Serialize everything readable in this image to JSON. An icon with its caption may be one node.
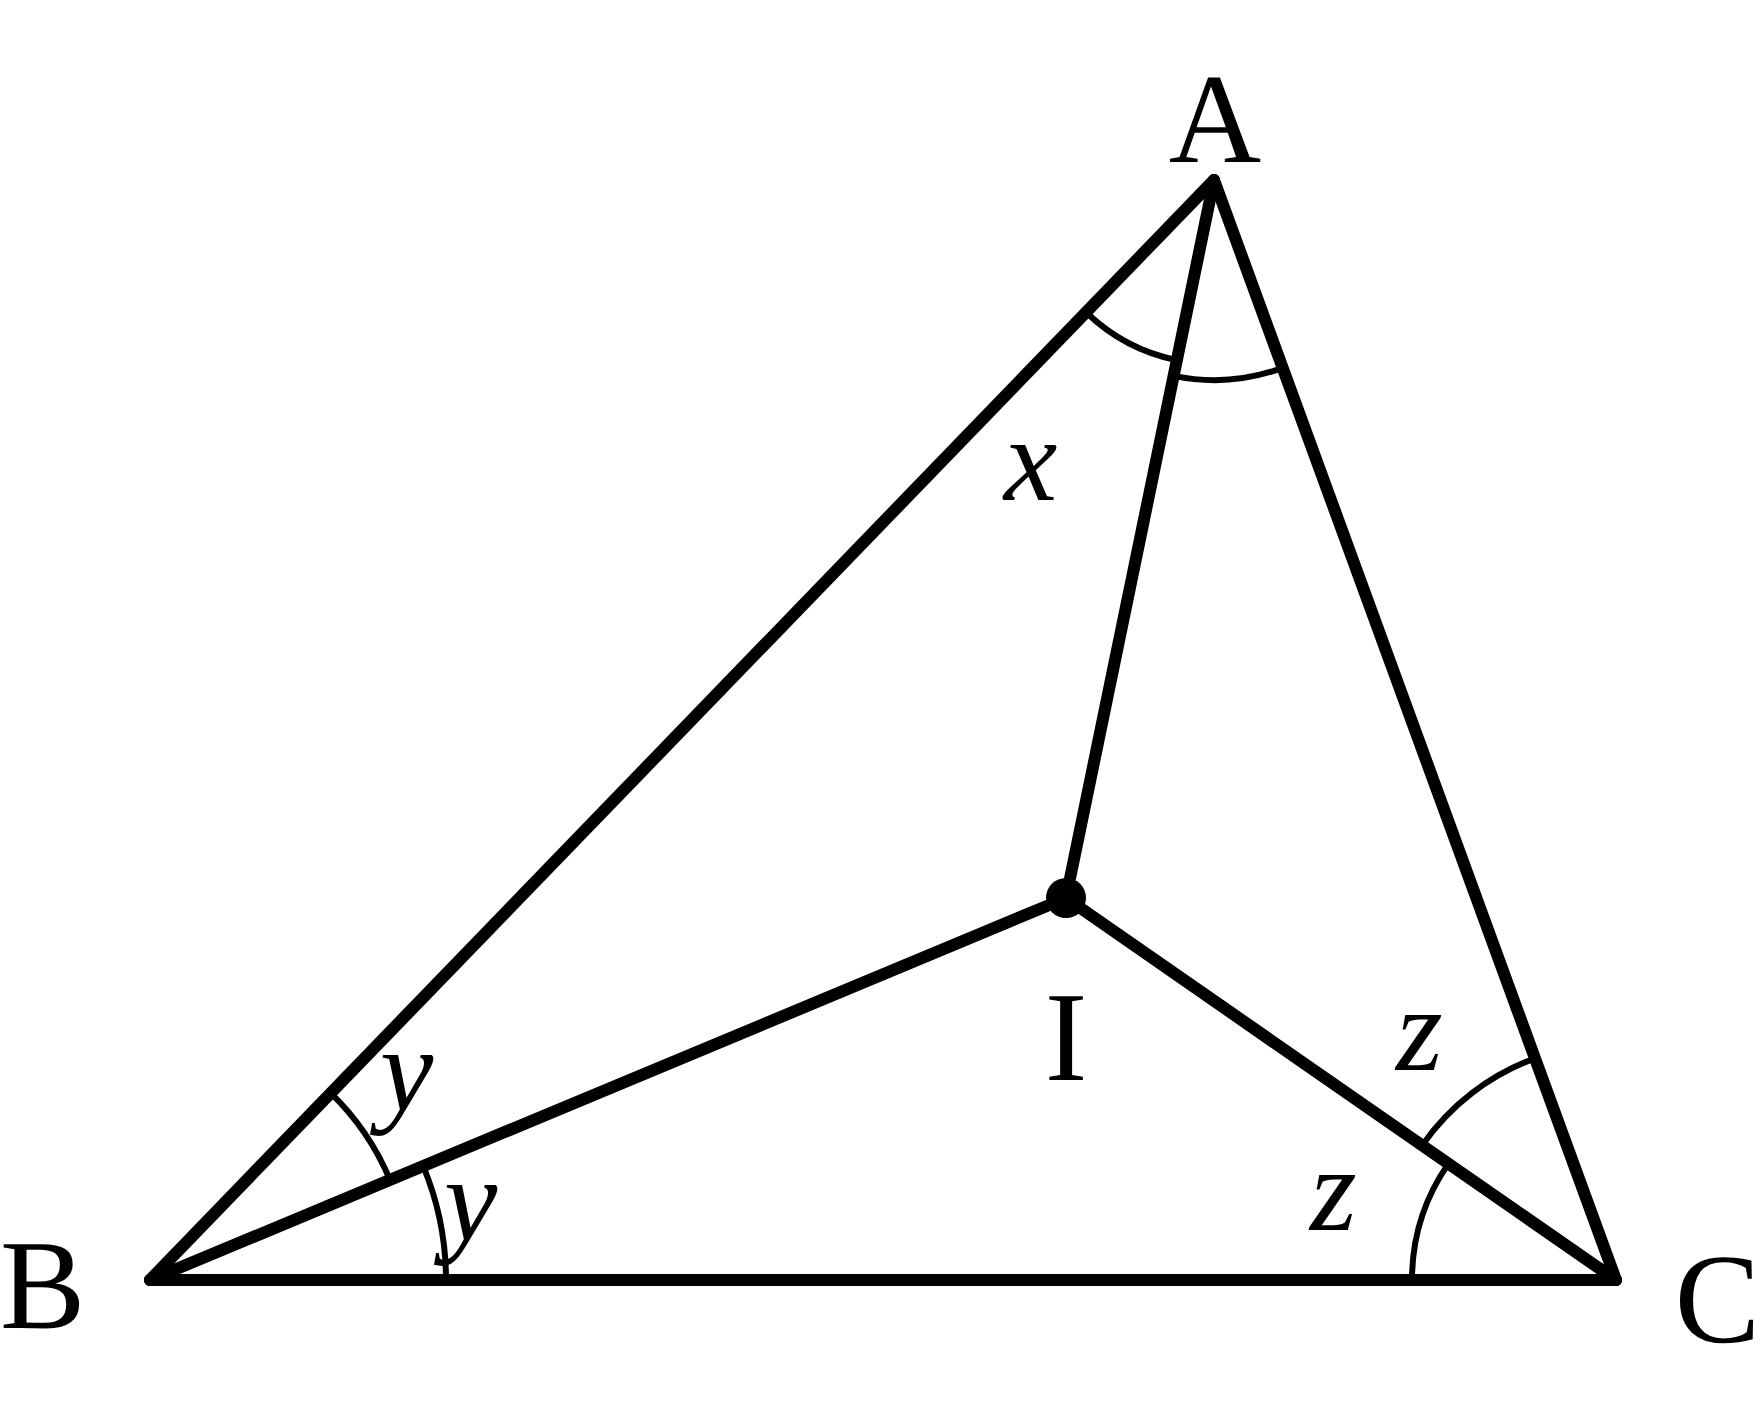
{
  "diagram": {
    "nodes": [
      {
        "text": [
          "A"
        ]
      },
      {
        "text": [
          "B"
        ]
      },
      {
        "text": [
          "C"
        ]
      },
      {
        "text": [
          "I"
        ]
      }
    ],
    "edges": [
      {
        "from": 0,
        "to": 1,
        "arrow": "none"
      },
      {
        "from": 1,
        "to": 2,
        "arrow": "none"
      },
      {
        "from": 2,
        "to": 0,
        "arrow": "none"
      },
      {
        "from": 0,
        "to": 3,
        "arrow": "none"
      },
      {
        "from": 1,
        "to": 3,
        "arrow": "none"
      },
      {
        "from": 2,
        "to": 3,
        "arrow": "none"
      }
    ],
    "labels": [
      "x",
      "y",
      "y",
      "z",
      "z"
    ]
  }
}
